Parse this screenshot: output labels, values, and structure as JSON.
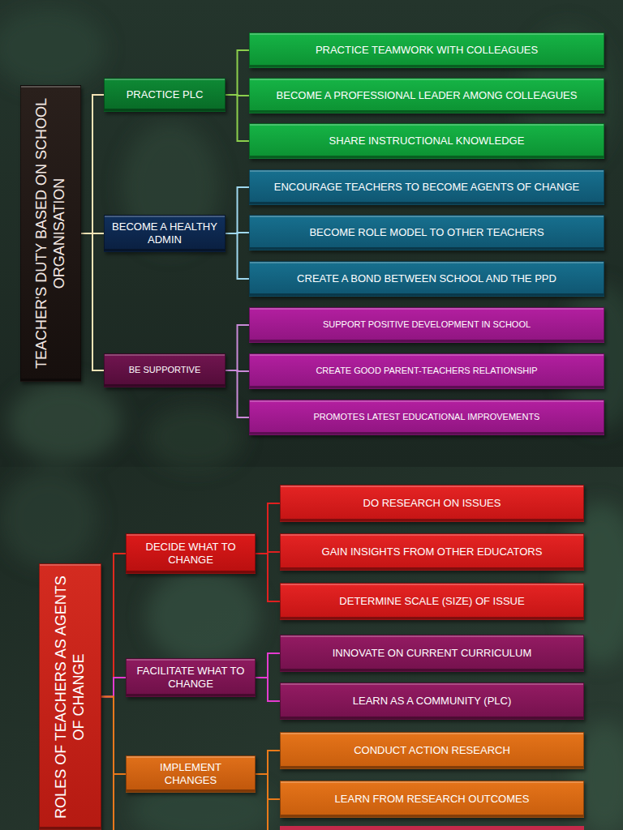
{
  "diagram": {
    "nodes": [
      {
        "text": [
          "TEACHER'S DUTY BASED ON SCHOOL ORGANISATION"
        ]
      },
      {
        "text": [
          "PRACTICE PLC"
        ]
      },
      {
        "text": [
          "PRACTICE TEAMWORK WITH COLLEAGUES"
        ]
      },
      {
        "text": [
          "BECOME A PROFESSIONAL LEADER AMONG COLLEAGUES"
        ]
      },
      {
        "text": [
          "SHARE INSTRUCTIONAL KNOWLEDGE"
        ]
      },
      {
        "text": [
          "BECOME A HEALTHY ADMIN"
        ]
      },
      {
        "text": [
          "ENCOURAGE TEACHERS TO BECOME AGENTS OF CHANGE"
        ]
      },
      {
        "text": [
          "BECOME ROLE MODEL TO OTHER TEACHERS"
        ]
      },
      {
        "text": [
          "CREATE A BOND BETWEEN SCHOOL AND THE PPD"
        ]
      },
      {
        "text": [
          "BE SUPPORTIVE"
        ]
      },
      {
        "text": [
          "SUPPORT POSITIVE DEVELOPMENT IN SCHOOL"
        ]
      },
      {
        "text": [
          "CREATE GOOD PARENT-TEACHERS RELATIONSHIP"
        ]
      },
      {
        "text": [
          "PROMOTES LATEST EDUCATIONAL IMPROVEMENTS"
        ]
      },
      {
        "text": [
          "ROLES OF TEACHERS AS AGENTS OF CHANGE"
        ]
      },
      {
        "text": [
          "DECIDE WHAT TO CHANGE"
        ]
      },
      {
        "text": [
          "DO RESEARCH ON ISSUES"
        ]
      },
      {
        "text": [
          "GAIN INSIGHTS FROM OTHER EDUCATORS"
        ]
      },
      {
        "text": [
          "DETERMINE SCALE (SIZE) OF ISSUE"
        ]
      },
      {
        "text": [
          "FACILITATE WHAT TO CHANGE"
        ]
      },
      {
        "text": [
          "INNOVATE ON CURRENT CURRICULUM"
        ]
      },
      {
        "text": [
          "LEARN AS A COMMUNITY (PLC)"
        ]
      },
      {
        "text": [
          "IMPLEMENT CHANGES"
        ]
      },
      {
        "text": [
          "CONDUCT ACTION RESEARCH"
        ]
      },
      {
        "text": [
          "LEARN FROM RESEARCH OUTCOMES"
        ]
      }
    ],
    "edges": [
      {
        "from": 0,
        "to": 1,
        "arrow": "none"
      },
      {
        "from": 0,
        "to": 5,
        "arrow": "none"
      },
      {
        "from": 0,
        "to": 9,
        "arrow": "none"
      },
      {
        "from": 1,
        "to": 2,
        "arrow": "none"
      },
      {
        "from": 1,
        "to": 3,
        "arrow": "none"
      },
      {
        "from": 1,
        "to": 4,
        "arrow": "none"
      },
      {
        "from": 5,
        "to": 6,
        "arrow": "none"
      },
      {
        "from": 5,
        "to": 7,
        "arrow": "none"
      },
      {
        "from": 5,
        "to": 8,
        "arrow": "none"
      },
      {
        "from": 9,
        "to": 10,
        "arrow": "none"
      },
      {
        "from": 9,
        "to": 11,
        "arrow": "none"
      },
      {
        "from": 9,
        "to": 12,
        "arrow": "none"
      },
      {
        "from": 13,
        "to": 14,
        "arrow": "none"
      },
      {
        "from": 13,
        "to": 18,
        "arrow": "none"
      },
      {
        "from": 13,
        "to": 21,
        "arrow": "none"
      },
      {
        "from": 14,
        "to": 15,
        "arrow": "none"
      },
      {
        "from": 14,
        "to": 16,
        "arrow": "none"
      },
      {
        "from": 14,
        "to": 17,
        "arrow": "none"
      },
      {
        "from": 18,
        "to": 19,
        "arrow": "none"
      },
      {
        "from": 18,
        "to": 20,
        "arrow": "none"
      },
      {
        "from": 21,
        "to": 22,
        "arrow": "none"
      },
      {
        "from": 21,
        "to": 23,
        "arrow": "none"
      }
    ]
  }
}
